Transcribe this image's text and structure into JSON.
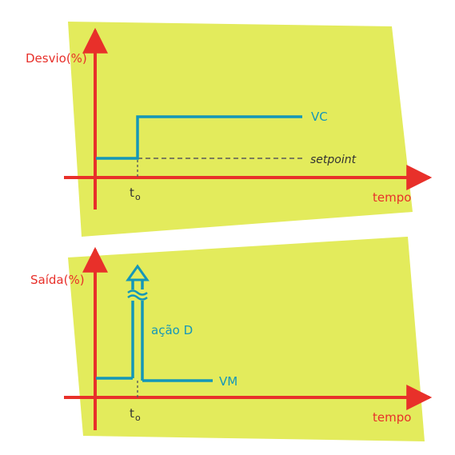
{
  "colors": {
    "panel": "#e3eb5c",
    "axis": "#e8302a",
    "signal": "#1497b8",
    "setpoint": "#5a5a5a",
    "text_dark": "#333333"
  },
  "top_panel": {
    "y_label": "Desvio(%)",
    "x_label": "tempo",
    "time_marker": "t",
    "time_marker_sub": "o",
    "series_label": "VC",
    "reference_label": "setpoint"
  },
  "bottom_panel": {
    "y_label": "Saída(%)",
    "x_label": "tempo",
    "time_marker": "t",
    "time_marker_sub": "o",
    "series_label": "VM",
    "spike_label": "ação D"
  }
}
